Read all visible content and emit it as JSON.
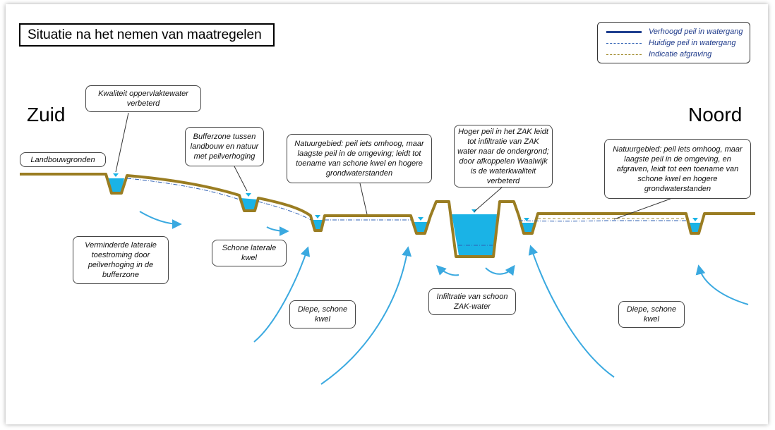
{
  "title": "Situatie na het nemen van maatregelen",
  "directions": {
    "south": "Zuid",
    "north": "Noord"
  },
  "legend": [
    {
      "label": "Verhoogd peil in watergang",
      "color": "#1f3f8f",
      "style": "solid"
    },
    {
      "label": "Huidige peil in watergang",
      "color": "#2d5fb3",
      "style": "dashdot"
    },
    {
      "label": "Indicatie afgraving",
      "color": "#a08a2a",
      "style": "dashed"
    }
  ],
  "labels": {
    "landbouw": "Landbouwgronden",
    "kwaliteit": "Kwaliteit oppervlaktewater verbeterd",
    "bufferzone": "Bufferzone tussen landbouw en natuur met peilverhoging",
    "natuur1": "Natuurgebied: peil iets omhoog, maar laagste peil in de omgeving; leidt tot toename van schone kwel en hogere grondwaterstanden",
    "zak": "Hoger peil in het ZAK leidt tot infiltratie van ZAK water naar de ondergrond; door afkoppelen Waalwijk is de waterkwaliteit verbeterd",
    "natuur2": "Natuurgebied: peil iets omhoog, maar laagste peil in de omgeving, en afgraven, leidt tot een toename van schone kwel en hogere grondwaterstanden",
    "verminderde": "Verminderde laterale toestroming door peilverhoging in de bufferzone",
    "schone_laterale": "Schone laterale kwel",
    "diepe1": "Diepe, schone kwel",
    "infiltratie": "Infiltratie van schoon ZAK-water",
    "diepe2": "Diepe, schone kwel"
  },
  "colors": {
    "ground": "#9a7d22",
    "water": "#1ab3e6",
    "arrow": "#3aa9e0",
    "level_high": "#1f3f8f"
  }
}
